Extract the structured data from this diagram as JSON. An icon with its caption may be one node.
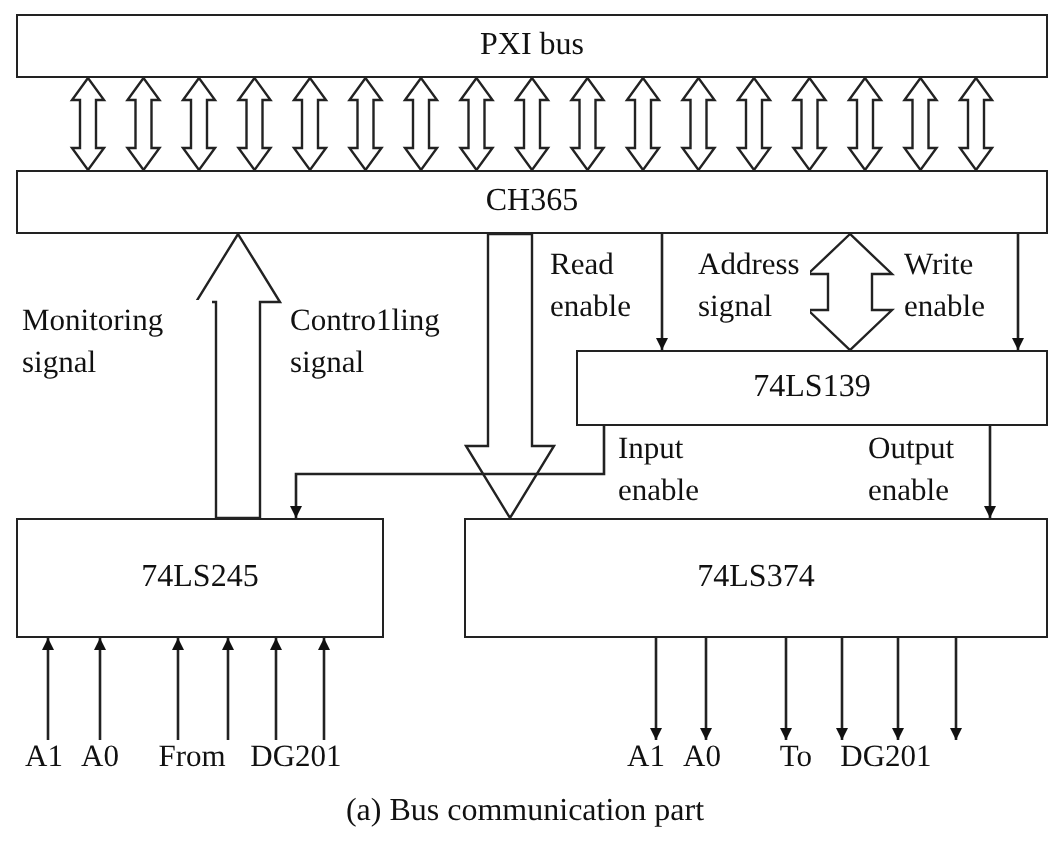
{
  "diagram": {
    "caption": "(a) Bus communication part",
    "nodes": [
      {
        "text": [
          "PXI bus"
        ]
      },
      {
        "text": [
          "CH365"
        ]
      },
      {
        "text": [
          "74LS139"
        ]
      },
      {
        "text": [
          "74LS245"
        ]
      },
      {
        "text": [
          "74LS374"
        ]
      },
      {
        "text": [
          "A1"
        ]
      },
      {
        "text": [
          "A0"
        ]
      },
      {
        "text": [
          "From"
        ]
      },
      {
        "text": [
          "DG201"
        ]
      },
      {
        "text": [
          "A1"
        ]
      },
      {
        "text": [
          "A0"
        ]
      },
      {
        "text": [
          "To"
        ]
      },
      {
        "text": [
          "DG201"
        ]
      }
    ],
    "edges": [
      {
        "from": 0,
        "to": 1,
        "arrow": "both",
        "style": "thick"
      },
      {
        "from": 0,
        "to": 1,
        "arrow": "both",
        "style": "thick"
      },
      {
        "from": 0,
        "to": 1,
        "arrow": "both",
        "style": "thick"
      },
      {
        "from": 0,
        "to": 1,
        "arrow": "both",
        "style": "thick"
      },
      {
        "from": 0,
        "to": 1,
        "arrow": "both",
        "style": "thick"
      },
      {
        "from": 0,
        "to": 1,
        "arrow": "both",
        "style": "thick"
      },
      {
        "from": 0,
        "to": 1,
        "arrow": "both",
        "style": "thick"
      },
      {
        "from": 0,
        "to": 1,
        "arrow": "both",
        "style": "thick"
      },
      {
        "from": 0,
        "to": 1,
        "arrow": "both",
        "style": "thick"
      },
      {
        "from": 0,
        "to": 1,
        "arrow": "both",
        "style": "thick"
      },
      {
        "from": 0,
        "to": 1,
        "arrow": "both",
        "style": "thick"
      },
      {
        "from": 0,
        "to": 1,
        "arrow": "both",
        "style": "thick"
      },
      {
        "from": 0,
        "to": 1,
        "arrow": "both",
        "style": "thick"
      },
      {
        "from": 0,
        "to": 1,
        "arrow": "both",
        "style": "thick"
      },
      {
        "from": 0,
        "to": 1,
        "arrow": "both",
        "style": "thick"
      },
      {
        "from": 0,
        "to": 1,
        "arrow": "both",
        "style": "thick"
      },
      {
        "from": 0,
        "to": 1,
        "arrow": "both",
        "style": "thick"
      },
      {
        "from": 3,
        "to": 1,
        "arrow": "to",
        "style": "thick",
        "label": "Monitoring signal"
      },
      {
        "from": 1,
        "to": 4,
        "arrow": "to",
        "style": "thick",
        "label": "Contro1ling signal"
      },
      {
        "from": 1,
        "to": 2,
        "arrow": "to",
        "label": "Read enable"
      },
      {
        "from": 1,
        "to": 2,
        "arrow": "both",
        "style": "thick",
        "label": "Address signal"
      },
      {
        "from": 1,
        "to": 2,
        "arrow": "to",
        "label": "Write enable"
      },
      {
        "from": 2,
        "to": 3,
        "arrow": "to",
        "label": "Input enable"
      },
      {
        "from": 2,
        "to": 4,
        "arrow": "to",
        "label": "Output enable"
      },
      {
        "from": 5,
        "to": 3,
        "arrow": "to"
      },
      {
        "from": 6,
        "to": 3,
        "arrow": "to"
      },
      {
        "from": 7,
        "to": 3,
        "arrow": "to"
      },
      {
        "from": 7,
        "to": 3,
        "arrow": "to"
      },
      {
        "from": 8,
        "to": 3,
        "arrow": "to"
      },
      {
        "from": 8,
        "to": 3,
        "arrow": "to"
      },
      {
        "from": 4,
        "to": 9,
        "arrow": "to"
      },
      {
        "from": 4,
        "to": 10,
        "arrow": "to"
      },
      {
        "from": 4,
        "to": 11,
        "arrow": "to"
      },
      {
        "from": 4,
        "to": 12,
        "arrow": "to"
      },
      {
        "from": 4,
        "to": 12,
        "arrow": "to"
      },
      {
        "from": 4,
        "to": 12,
        "arrow": "to"
      }
    ]
  }
}
